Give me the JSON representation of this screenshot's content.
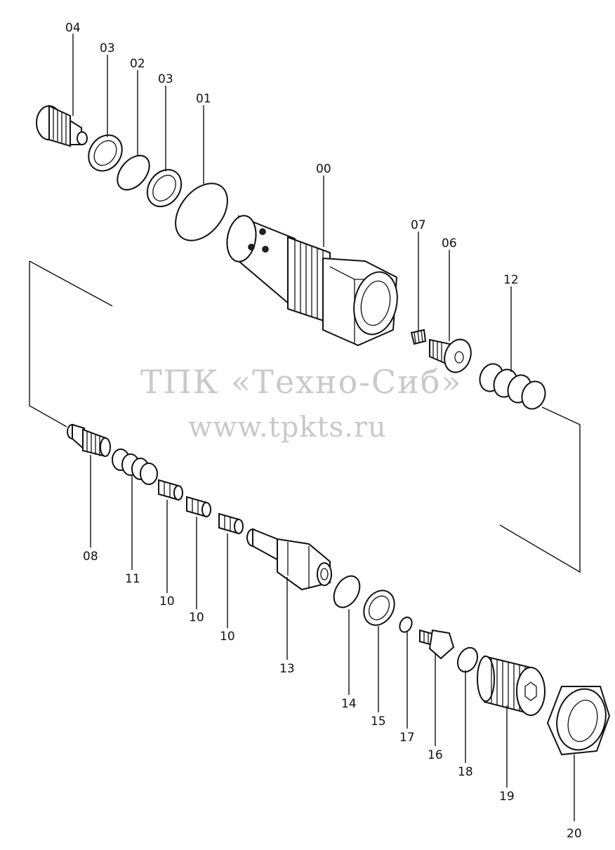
{
  "watermark": {
    "line1": "ТПК «Техно-Сиб»",
    "line2": "www.tpkts.ru"
  },
  "labels": {
    "p04": "04",
    "p03a": "03",
    "p02": "02",
    "p03b": "03",
    "p01": "01",
    "p00": "00",
    "p07": "07",
    "p06": "06",
    "p12": "12",
    "p08": "08",
    "p11": "11",
    "p10a": "10",
    "p10b": "10",
    "p10c": "10",
    "p13": "13",
    "p14": "14",
    "p15": "15",
    "p17": "17",
    "p16": "16",
    "p18": "18",
    "p19": "19",
    "p20": "20"
  }
}
